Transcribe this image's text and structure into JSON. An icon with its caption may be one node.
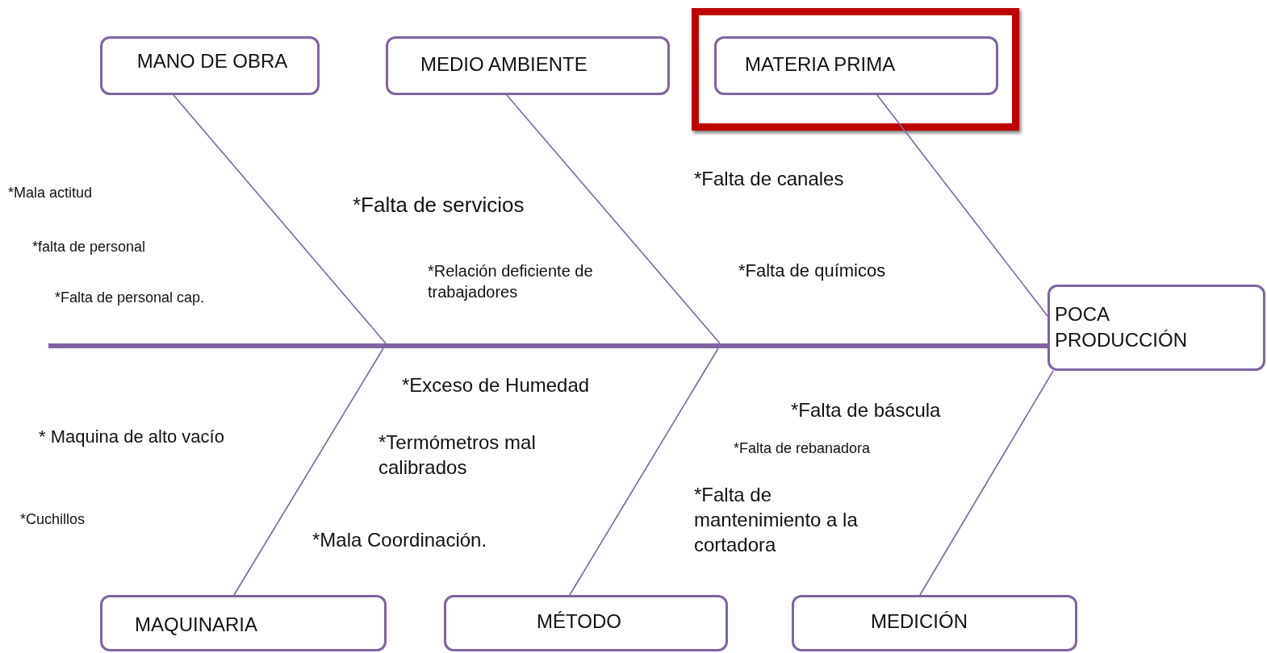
{
  "diagram": {
    "nodes": [
      {
        "text": [
          "MANO DE OBRA"
        ]
      },
      {
        "text": [
          "MEDIO AMBIENTE"
        ]
      },
      {
        "text": [
          "MATERIA PRIMA"
        ]
      },
      {
        "text": [
          "POCA PRODUCCIÓN"
        ]
      },
      {
        "text": [
          "MAQUINARIA"
        ]
      },
      {
        "text": [
          "MÉTODO"
        ]
      },
      {
        "text": [
          "MEDICIÓN"
        ]
      },
      {
        "text": [],
        "shape": "bar"
      }
    ],
    "edges": [
      {
        "from": 0,
        "to": 7,
        "arrow": "none"
      },
      {
        "from": 1,
        "to": 7,
        "arrow": "none"
      },
      {
        "from": 2,
        "to": 3,
        "arrow": "none"
      },
      {
        "from": 4,
        "to": 7,
        "arrow": "none"
      },
      {
        "from": 5,
        "to": 7,
        "arrow": "none"
      },
      {
        "from": 6,
        "to": 3,
        "arrow": "none"
      }
    ],
    "labels": [
      "*Falta de canales",
      "*Mala actitud",
      "*Falta de servicios",
      "*falta de personal",
      "*Relación deficiente de trabajadores",
      "*Falta de químicos",
      "*Falta de personal cap.",
      "*Exceso de Humedad",
      "*Falta de báscula",
      "* Maquina de alto vacío",
      "*Termómetros mal calibrados",
      "*Falta de rebanadora",
      "*Falta de mantenimiento a la cortadora",
      "*Cuchillos",
      "*Mala Coordinación."
    ]
  }
}
